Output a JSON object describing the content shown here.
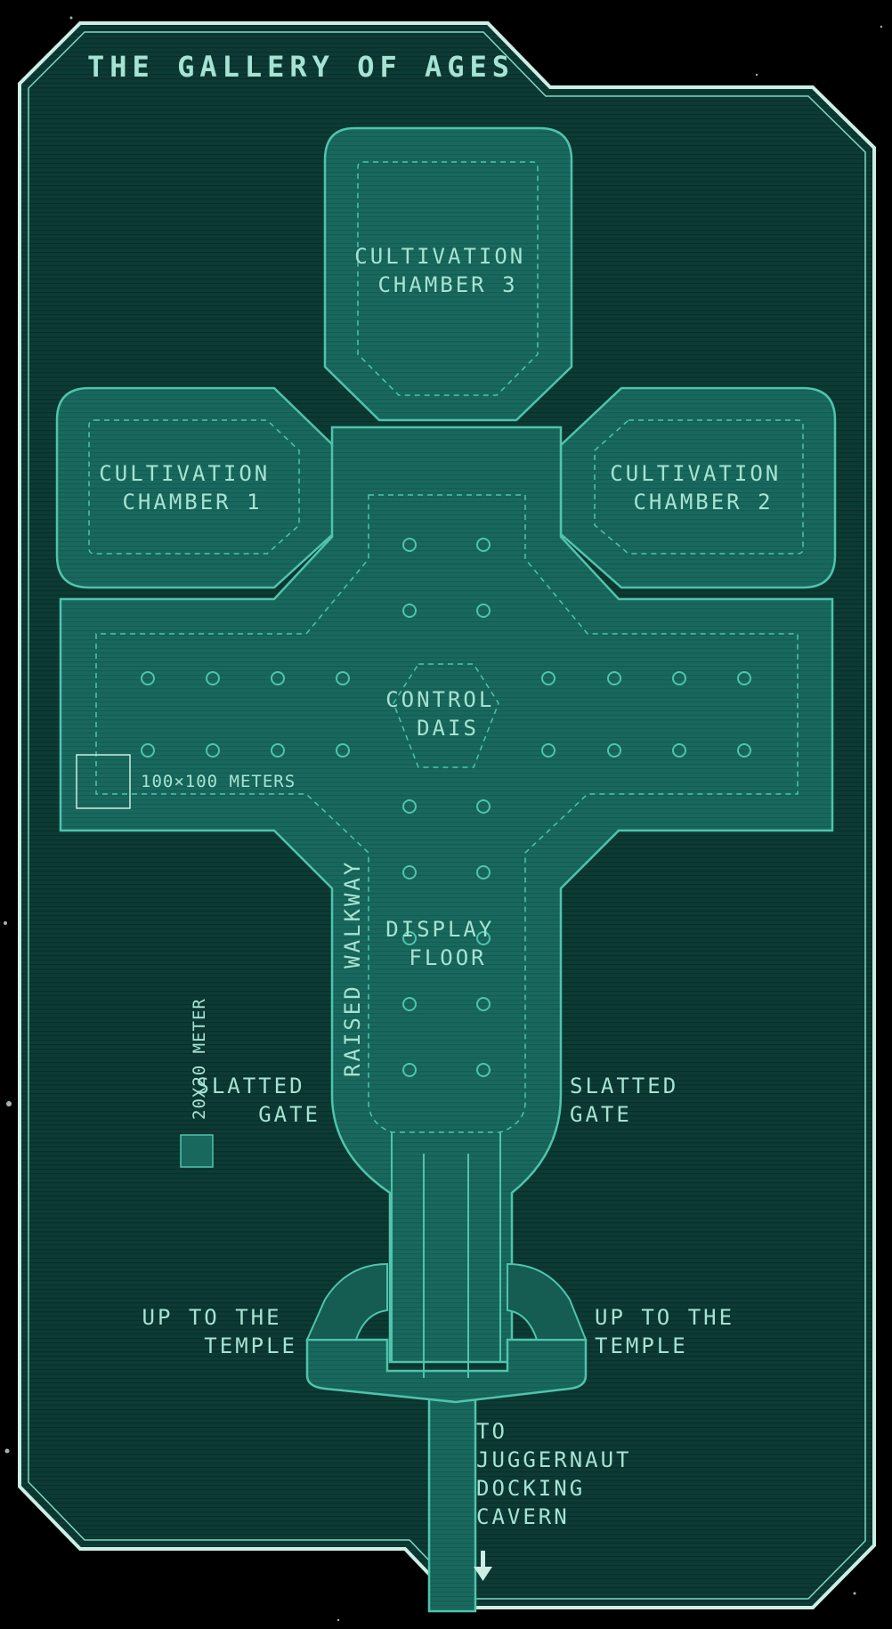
{
  "map": {
    "title": "THE GALLERY OF AGES",
    "rooms": {
      "chamber_3": [
        "CULTIVATION",
        "CHAMBER 3"
      ],
      "chamber_1": [
        "CULTIVATION",
        "CHAMBER 1"
      ],
      "chamber_2": [
        "CULTIVATION",
        "CHAMBER 2"
      ],
      "control_dais": [
        "CONTROL",
        "DAIS"
      ],
      "display_floor": [
        "DISPLAY",
        "FLOOR"
      ]
    },
    "labels": {
      "raised_walkway": "RAISED WALKWAY",
      "slatted_gate_left": [
        "SLATTED",
        "GATE"
      ],
      "slatted_gate_right": [
        "SLATTED",
        "GATE"
      ],
      "temple_left": [
        "UP TO THE",
        "TEMPLE"
      ],
      "temple_right": [
        "UP TO THE",
        "TEMPLE"
      ],
      "docking": [
        "TO",
        "JUGGERNAUT",
        "DOCKING",
        "CAVERN"
      ]
    },
    "scale": {
      "large": "100×100 METERS",
      "small": "20X20 METER"
    },
    "colors": {
      "background": "#000000",
      "panel": "#0c3a34",
      "structure": "#18685d",
      "outline": "#4fc4ac",
      "text": "#a6e3d2",
      "frame": "#cdeee4"
    },
    "icons": [
      "arrow-down-icon",
      "pillar-icon",
      "stairs-icon",
      "scale-box-icon"
    ]
  }
}
